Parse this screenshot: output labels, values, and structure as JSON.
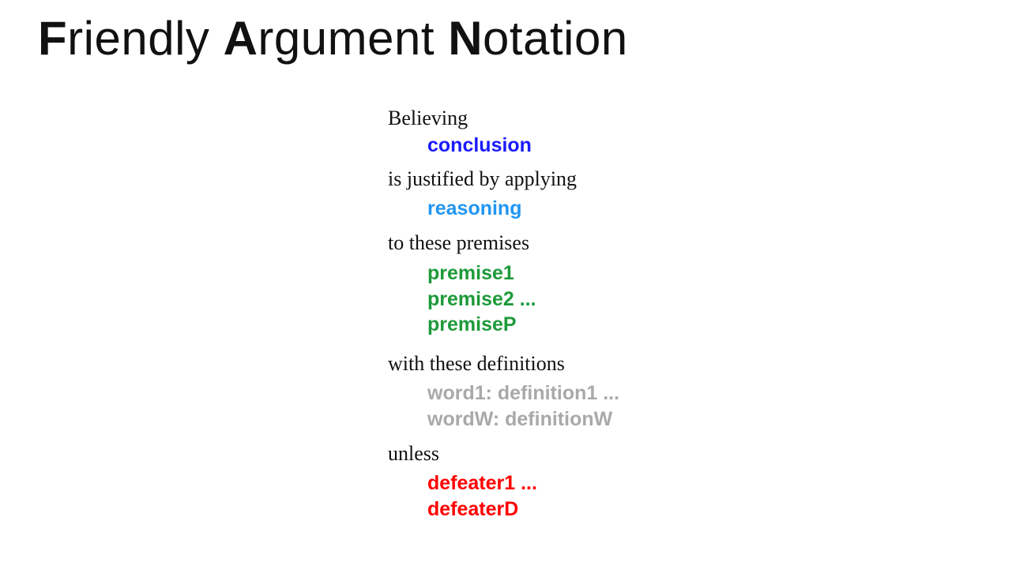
{
  "title": {
    "words": [
      {
        "initial": "F",
        "rest": "riendly"
      },
      {
        "initial": "A",
        "rest": "rgument"
      },
      {
        "initial": "N",
        "rest": "otation"
      }
    ]
  },
  "template": {
    "believing": "Believing",
    "conclusion": "conclusion",
    "justified": "is justified by applying",
    "reasoning": "reasoning",
    "premises_intro": "to these premises",
    "premises": [
      "premise1",
      "premise2 ...",
      "premiseP"
    ],
    "definitions_intro": "with these definitions",
    "definitions": [
      "word1: definition1 ...",
      "wordW: definitionW"
    ],
    "unless": "unless",
    "defeaters": [
      "defeater1 ...",
      "defeaterD"
    ]
  },
  "colors": {
    "conclusion": "#1a1aff",
    "reasoning": "#2196f3",
    "premise": "#1e9a3a",
    "definition": "#a9a9a9",
    "defeater": "#ff0000"
  }
}
